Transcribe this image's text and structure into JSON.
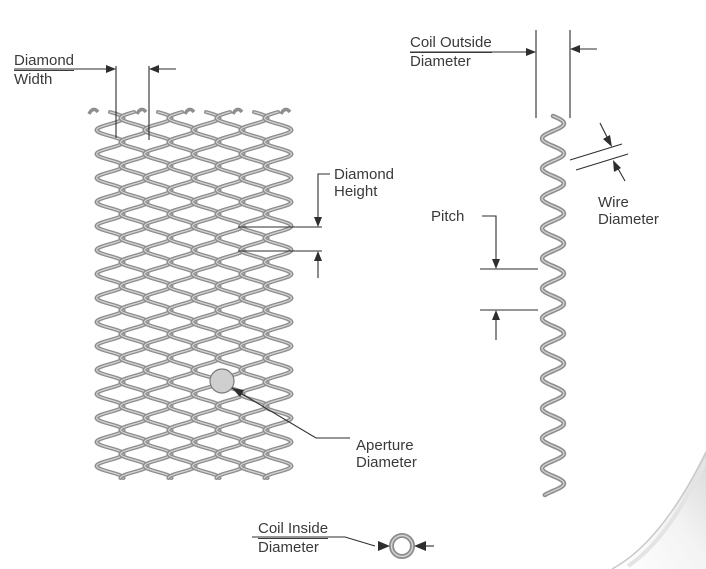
{
  "labels": {
    "diamond_width": [
      "Diamond",
      "Width"
    ],
    "coil_outside_diameter": [
      "Coil Outside",
      "Diameter"
    ],
    "diamond_height": [
      "Diamond",
      "Height"
    ],
    "wire_diameter": [
      "Wire",
      "Diameter"
    ],
    "pitch": "Pitch",
    "aperture_diameter": [
      "Aperture",
      "Diameter"
    ],
    "coil_inside_diameter": [
      "Coil Inside",
      "Diameter"
    ]
  },
  "colors": {
    "wire": "#8e8e8e",
    "wire_highlight": "#d2d2d2",
    "line": "#2e2e2e",
    "aperture_fill": "#cfcfcf",
    "page_curl": "#f2f2f2"
  },
  "icons": [
    "page-curl-icon"
  ]
}
